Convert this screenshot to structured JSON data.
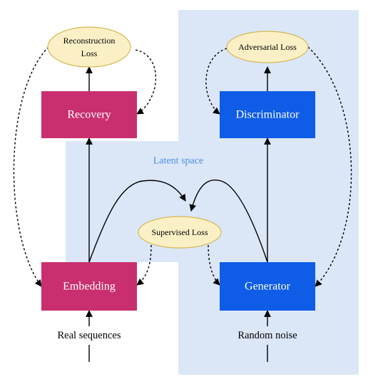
{
  "regions": {
    "latent_space_label": "Latent space"
  },
  "blocks": {
    "recovery": "Recovery",
    "discriminator": "Discriminator",
    "embedding": "Embedding",
    "generator": "Generator"
  },
  "losses": {
    "reconstruction_line1": "Reconstruction",
    "reconstruction_line2": "Loss",
    "adversarial": "Adversarial Loss",
    "supervised": "Supervised Loss"
  },
  "inputs": {
    "real_sequences": "Real sequences",
    "random_noise": "Random noise"
  },
  "colors": {
    "region_fill": "#dbe6f7",
    "recovery_embedding_fill": "#c92f6e",
    "discriminator_generator_fill": "#0f5ce6",
    "loss_fill": "#fbf0c5",
    "loss_stroke": "#d6b656",
    "latent_label": "#4a90e2"
  }
}
